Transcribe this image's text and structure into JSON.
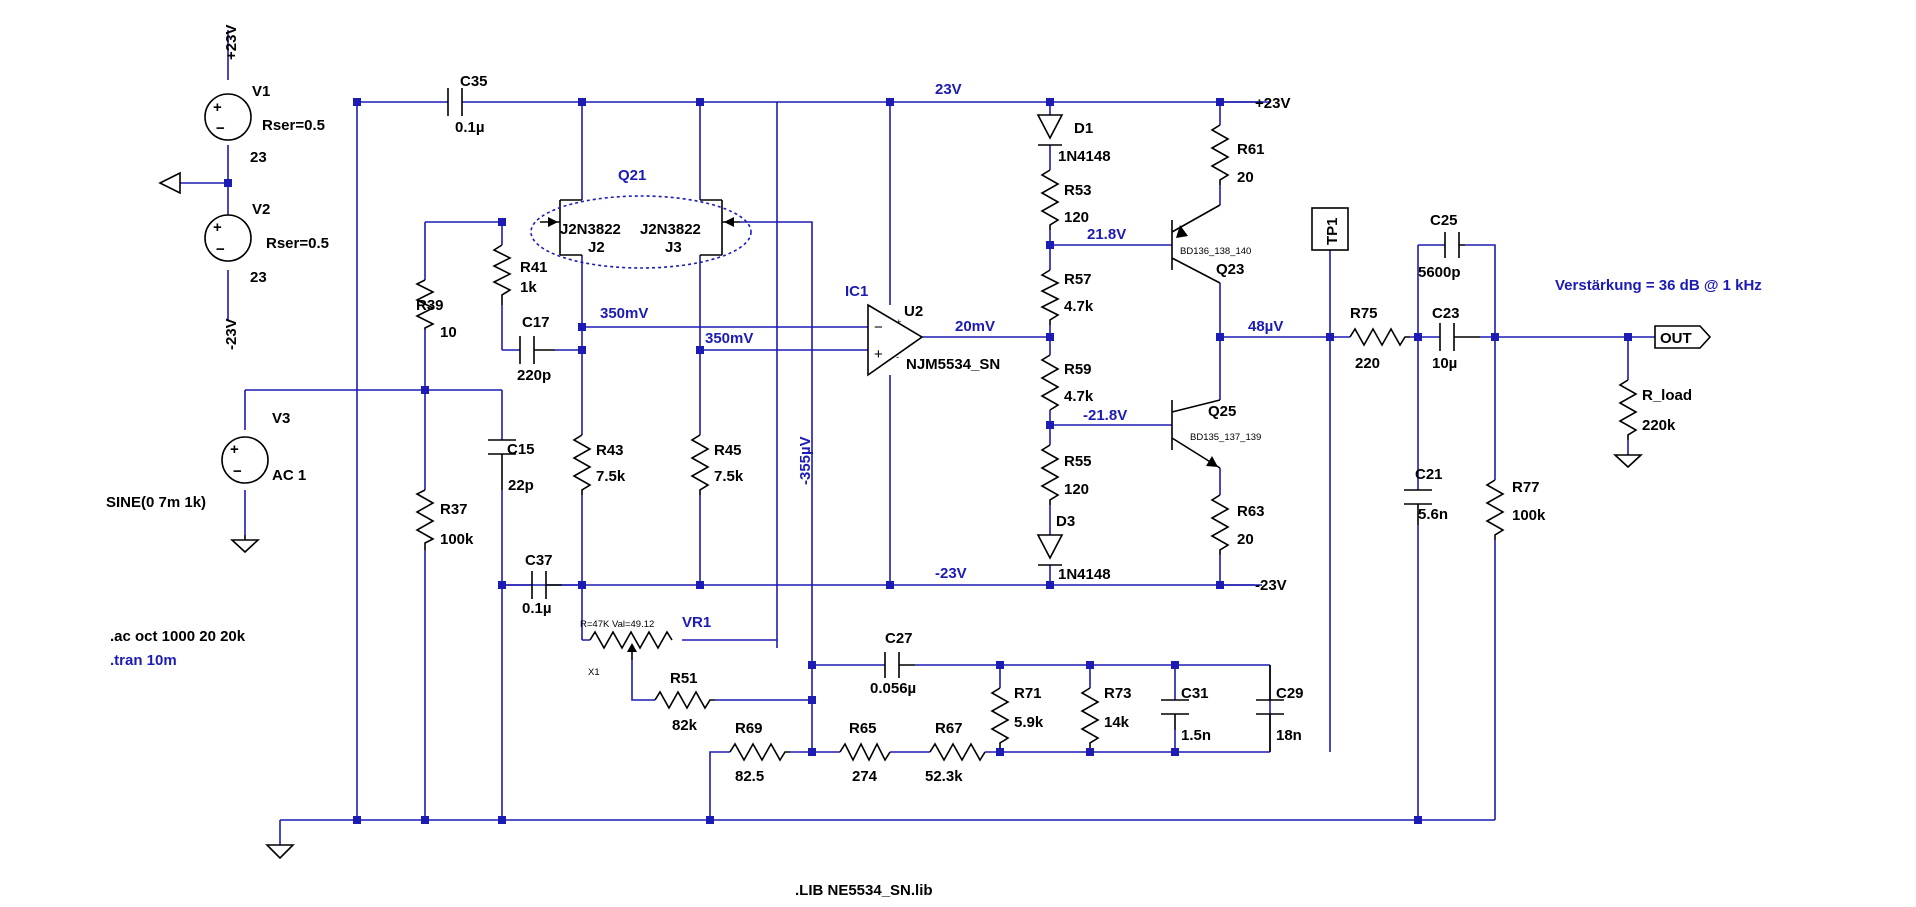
{
  "supply": {
    "pos": "+23V",
    "neg": "-23V",
    "rail_pos": "23V",
    "rail_neg": "-23V",
    "v1": {
      "name": "V1",
      "param": "Rser=0.5",
      "value": "23"
    },
    "v2": {
      "name": "V2",
      "param": "Rser=0.5",
      "value": "23"
    }
  },
  "source": {
    "name": "V3",
    "value": "AC 1",
    "sine": "SINE(0 7m 1k)"
  },
  "components": {
    "C35": {
      "name": "C35",
      "value": "0.1µ"
    },
    "C17": {
      "name": "C17",
      "value": "220p"
    },
    "C15": {
      "name": "C15",
      "value": "22p"
    },
    "C37": {
      "name": "C37",
      "value": "0.1µ"
    },
    "C27": {
      "name": "C27",
      "value": "0.056µ"
    },
    "C31": {
      "name": "C31",
      "value": "1.5n"
    },
    "C29": {
      "name": "C29",
      "value": "18n"
    },
    "C25": {
      "name": "C25",
      "value": "5600p"
    },
    "C23": {
      "name": "C23",
      "value": "10µ"
    },
    "C21": {
      "name": "C21",
      "value": "5.6n"
    },
    "R41": {
      "name": "R41",
      "value": "1k"
    },
    "R39": {
      "name": "R39",
      "value": "10"
    },
    "R37": {
      "name": "R37",
      "value": "100k"
    },
    "R43": {
      "name": "R43",
      "value": "7.5k"
    },
    "R45": {
      "name": "R45",
      "value": "7.5k"
    },
    "R51": {
      "name": "R51",
      "value": "82k"
    },
    "R69": {
      "name": "R69",
      "value": "82.5"
    },
    "R65": {
      "name": "R65",
      "value": "274"
    },
    "R67": {
      "name": "R67",
      "value": "52.3k"
    },
    "R71": {
      "name": "R71",
      "value": "5.9k"
    },
    "R73": {
      "name": "R73",
      "value": "14k"
    },
    "R53": {
      "name": "R53",
      "value": "120"
    },
    "R57": {
      "name": "R57",
      "value": "4.7k"
    },
    "R59": {
      "name": "R59",
      "value": "4.7k"
    },
    "R55": {
      "name": "R55",
      "value": "120"
    },
    "R61": {
      "name": "R61",
      "value": "20"
    },
    "R63": {
      "name": "R63",
      "value": "20"
    },
    "R75": {
      "name": "R75",
      "value": "220"
    },
    "R77": {
      "name": "R77",
      "value": "100k"
    },
    "Rload": {
      "name": "R_load",
      "value": "220k"
    },
    "D1": {
      "name": "D1",
      "value": "1N4148"
    },
    "D3": {
      "name": "D3",
      "value": "1N4148"
    },
    "Q21": {
      "name": "Q21",
      "j2": "J2N3822",
      "j3": "J2N3822",
      "j2n": "J2",
      "j3n": "J3"
    },
    "Q23": {
      "name": "Q23",
      "model": "BD136_138_140"
    },
    "Q25": {
      "name": "Q25",
      "model": "BD135_137_139"
    },
    "IC1": {
      "name": "IC1",
      "ref": "U2",
      "model": "NJM5534_SN"
    },
    "VR1": {
      "name": "VR1",
      "param": "R=47K Val=49.12",
      "x": "X1"
    },
    "TP1": {
      "name": "TP1"
    },
    "OUT": {
      "name": "OUT"
    }
  },
  "nodes": {
    "n350a": "350mV",
    "n350b": "350mV",
    "n20m": "20mV",
    "n218p": "21.8V",
    "n218n": "-21.8V",
    "n48u": "48µV",
    "n355u": "-355µV"
  },
  "notes": {
    "gain": "Verstärkung = 36 dB @ 1 kHz",
    "ac": ".ac oct 1000 20 20k",
    "tran": ".tran 10m",
    "lib": ".LIB NE5534_SN.lib"
  }
}
